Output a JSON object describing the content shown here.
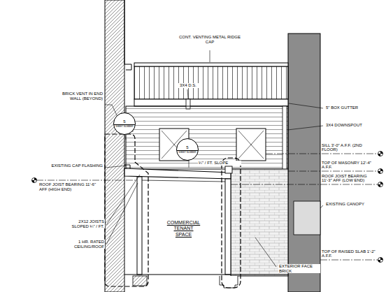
{
  "diagram": {
    "nodes": [
      {
        "text": [
          "5",
          "SHEET NUMBER"
        ]
      },
      {
        "text": [
          "5",
          "SHEET NUMBER"
        ]
      },
      {
        "text": [
          "COMMERCIAL TENANT SPACE"
        ]
      }
    ],
    "labels": [
      "CONT. VENTING METAL RIDGE CAP",
      "BRICK VENT IN END WALL (BEYOND)",
      "3X4 D.S.",
      "5\" BOX GUTTER",
      "3X4 DOWNSPOUT",
      "EXISTING CAP FLASHING",
      "¼\" / FT. SLOPE",
      "ROOF JOIST BEARING 11'-6\" AFF (HIGH END)",
      "2X12 JOISTS SLOPED ¼\" / FT.",
      "1 HR. RATED CEILING/ROOF",
      "SILL 3'-0\" A.F.F. (2ND FLOOR)",
      "TOP OF MASONRY 12'-4\" A.F.F.",
      "ROOF JOIST BEARING 11'-3\" AFF (LOW END)",
      "EXISTING CANOPY",
      "TOP OF RAISED SLAB 1'-2\" A.F.F.",
      "EXTERIOR FACE BRICK"
    ]
  }
}
